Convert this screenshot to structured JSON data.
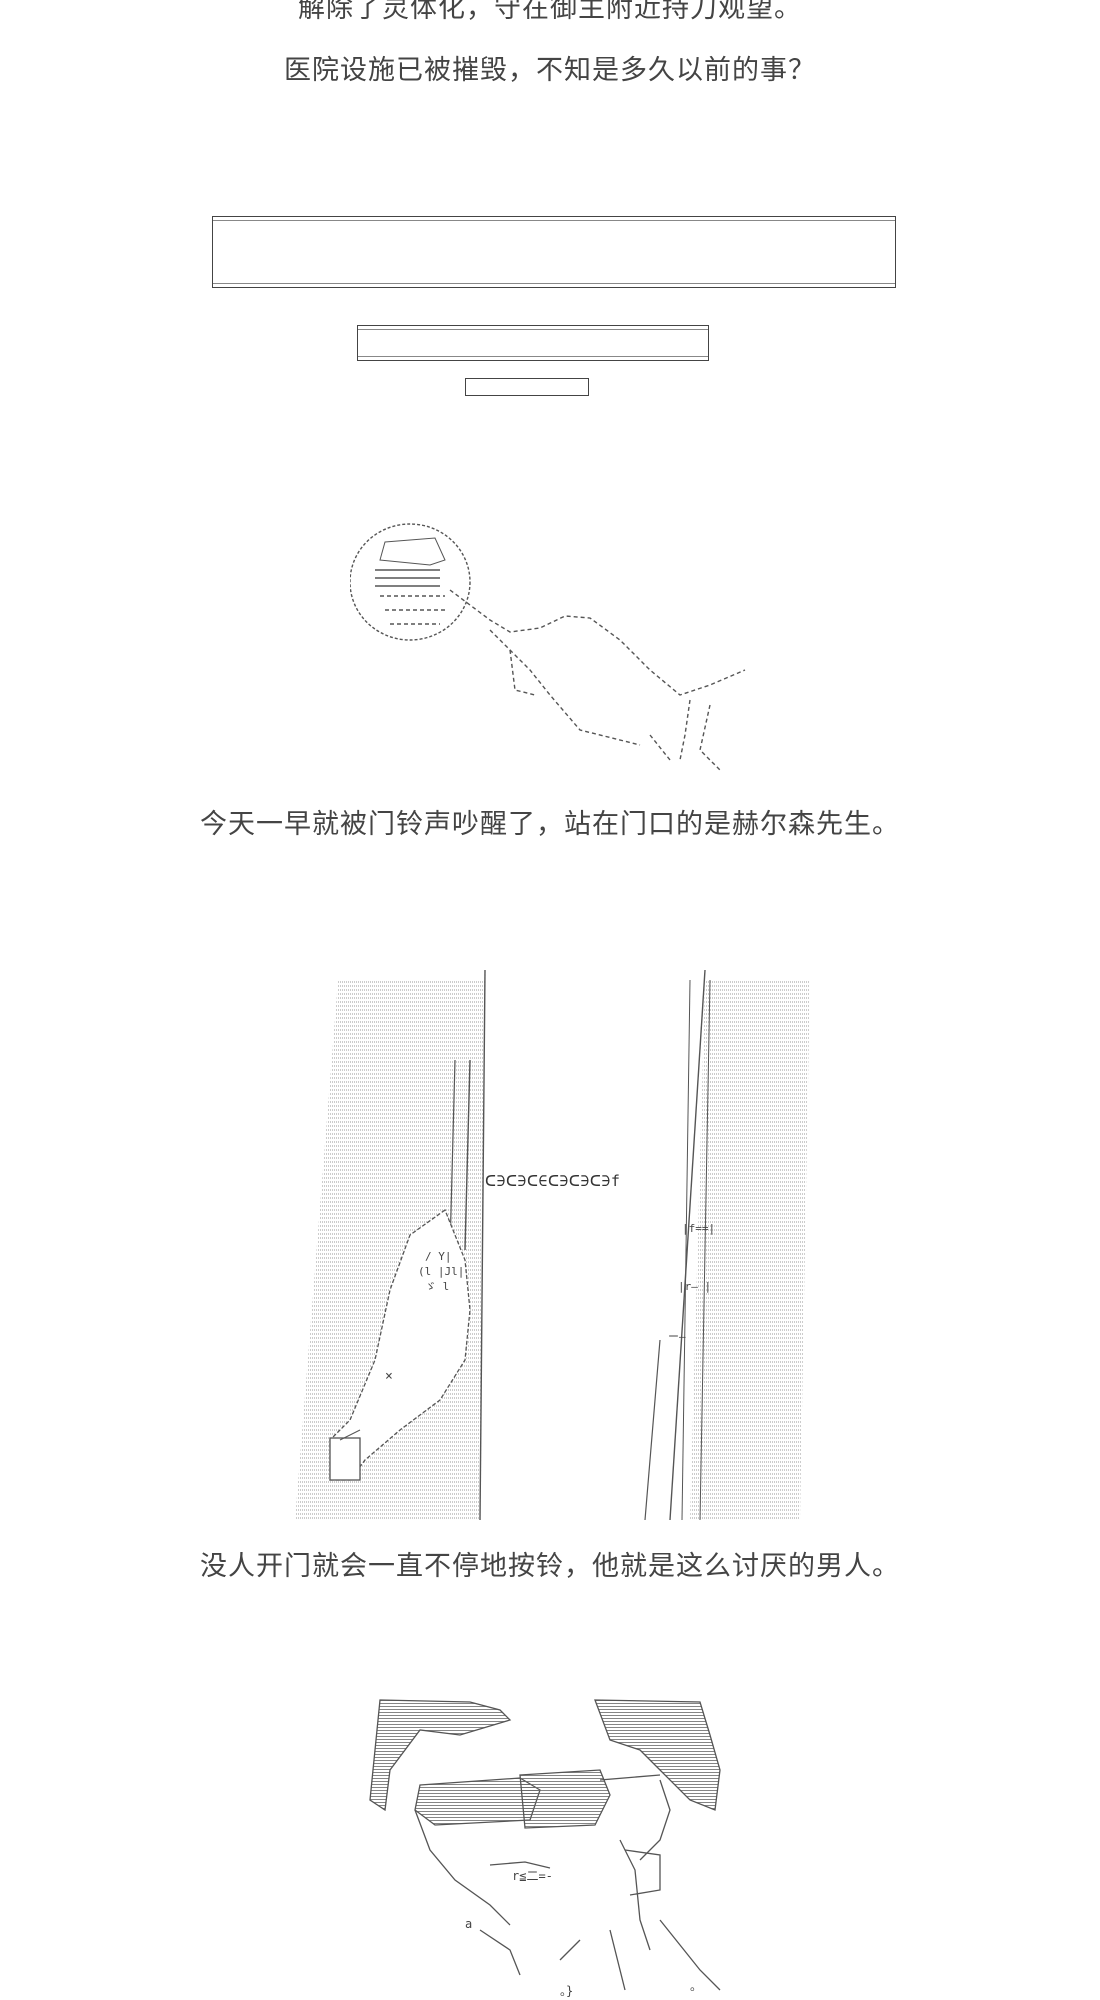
{
  "captions": {
    "line1": "解除了灵体化，守在御主附近持刀观望。",
    "line2": "医院设施已被摧毁，不知是多久以前的事？",
    "line3": "今天一早就被门铃声吵醒了，站在门口的是赫尔森先生。",
    "line4": "没人开门就会一直不停地按铃，他就是这么讨厌的男人。"
  },
  "colors": {
    "background": "#ffffff",
    "text": "#444444",
    "art": "#555555"
  },
  "art": {
    "door_chain_text": "ᑕ∋ᑕ∋ᑕ∈ᑕ∋ᑕ∋ᑕ∋f"
  }
}
